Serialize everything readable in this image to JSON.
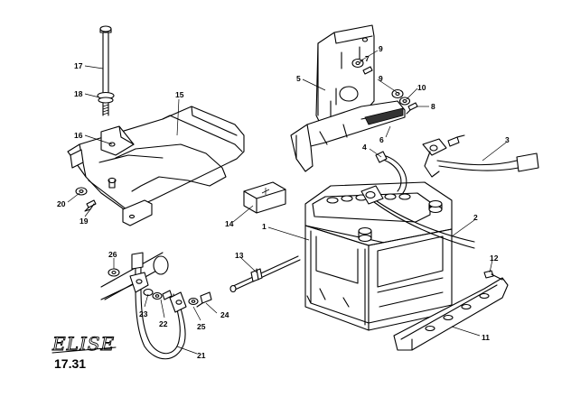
{
  "brand": {
    "logo_text": "ELISE"
  },
  "page_number": "17.31",
  "callouts": [
    "1",
    "2",
    "3",
    "4",
    "5",
    "6",
    "7",
    "8",
    "9",
    "9",
    "10",
    "11",
    "12",
    "13",
    "14",
    "15",
    "16",
    "17",
    "18",
    "19",
    "20",
    "21",
    "22",
    "23",
    "24",
    "25",
    "26"
  ]
}
